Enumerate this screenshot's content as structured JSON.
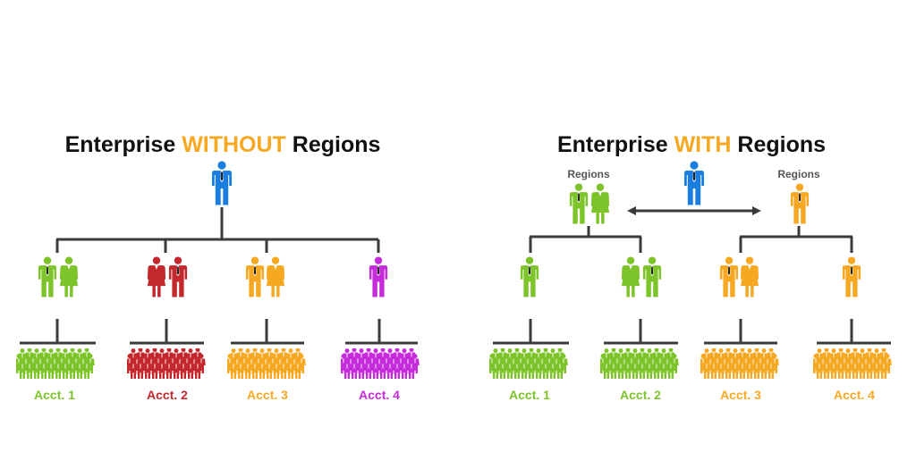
{
  "left": {
    "title_pre": "Enterprise ",
    "title_highlight": "WITHOUT",
    "title_post": " Regions",
    "accounts": [
      {
        "label": "Acct. 1",
        "color": "#7cc42a"
      },
      {
        "label": "Acct. 2",
        "color": "#c3282d"
      },
      {
        "label": "Acct. 3",
        "color": "#f7a823"
      },
      {
        "label": "Acct. 4",
        "color": "#c52bd9"
      }
    ]
  },
  "right": {
    "title_pre": "Enterprise ",
    "title_highlight": "WITH",
    "title_post": " Regions",
    "region_label_left": "Regions",
    "region_label_right": "Regions",
    "accounts": [
      {
        "label": "Acct. 1",
        "color": "#7cc42a"
      },
      {
        "label": "Acct. 2",
        "color": "#7cc42a"
      },
      {
        "label": "Acct. 3",
        "color": "#f7a823"
      },
      {
        "label": "Acct. 4",
        "color": "#f7a823"
      }
    ]
  },
  "colors": {
    "top_person": "#1a7fe0",
    "highlight": "#f7a823",
    "green": "#7cc42a",
    "red": "#c3282d",
    "orange": "#f7a823",
    "purple": "#c52bd9",
    "line": "#3b3b3b"
  },
  "icons": {
    "person": "person-icon",
    "crowd": "crowd-icon"
  }
}
